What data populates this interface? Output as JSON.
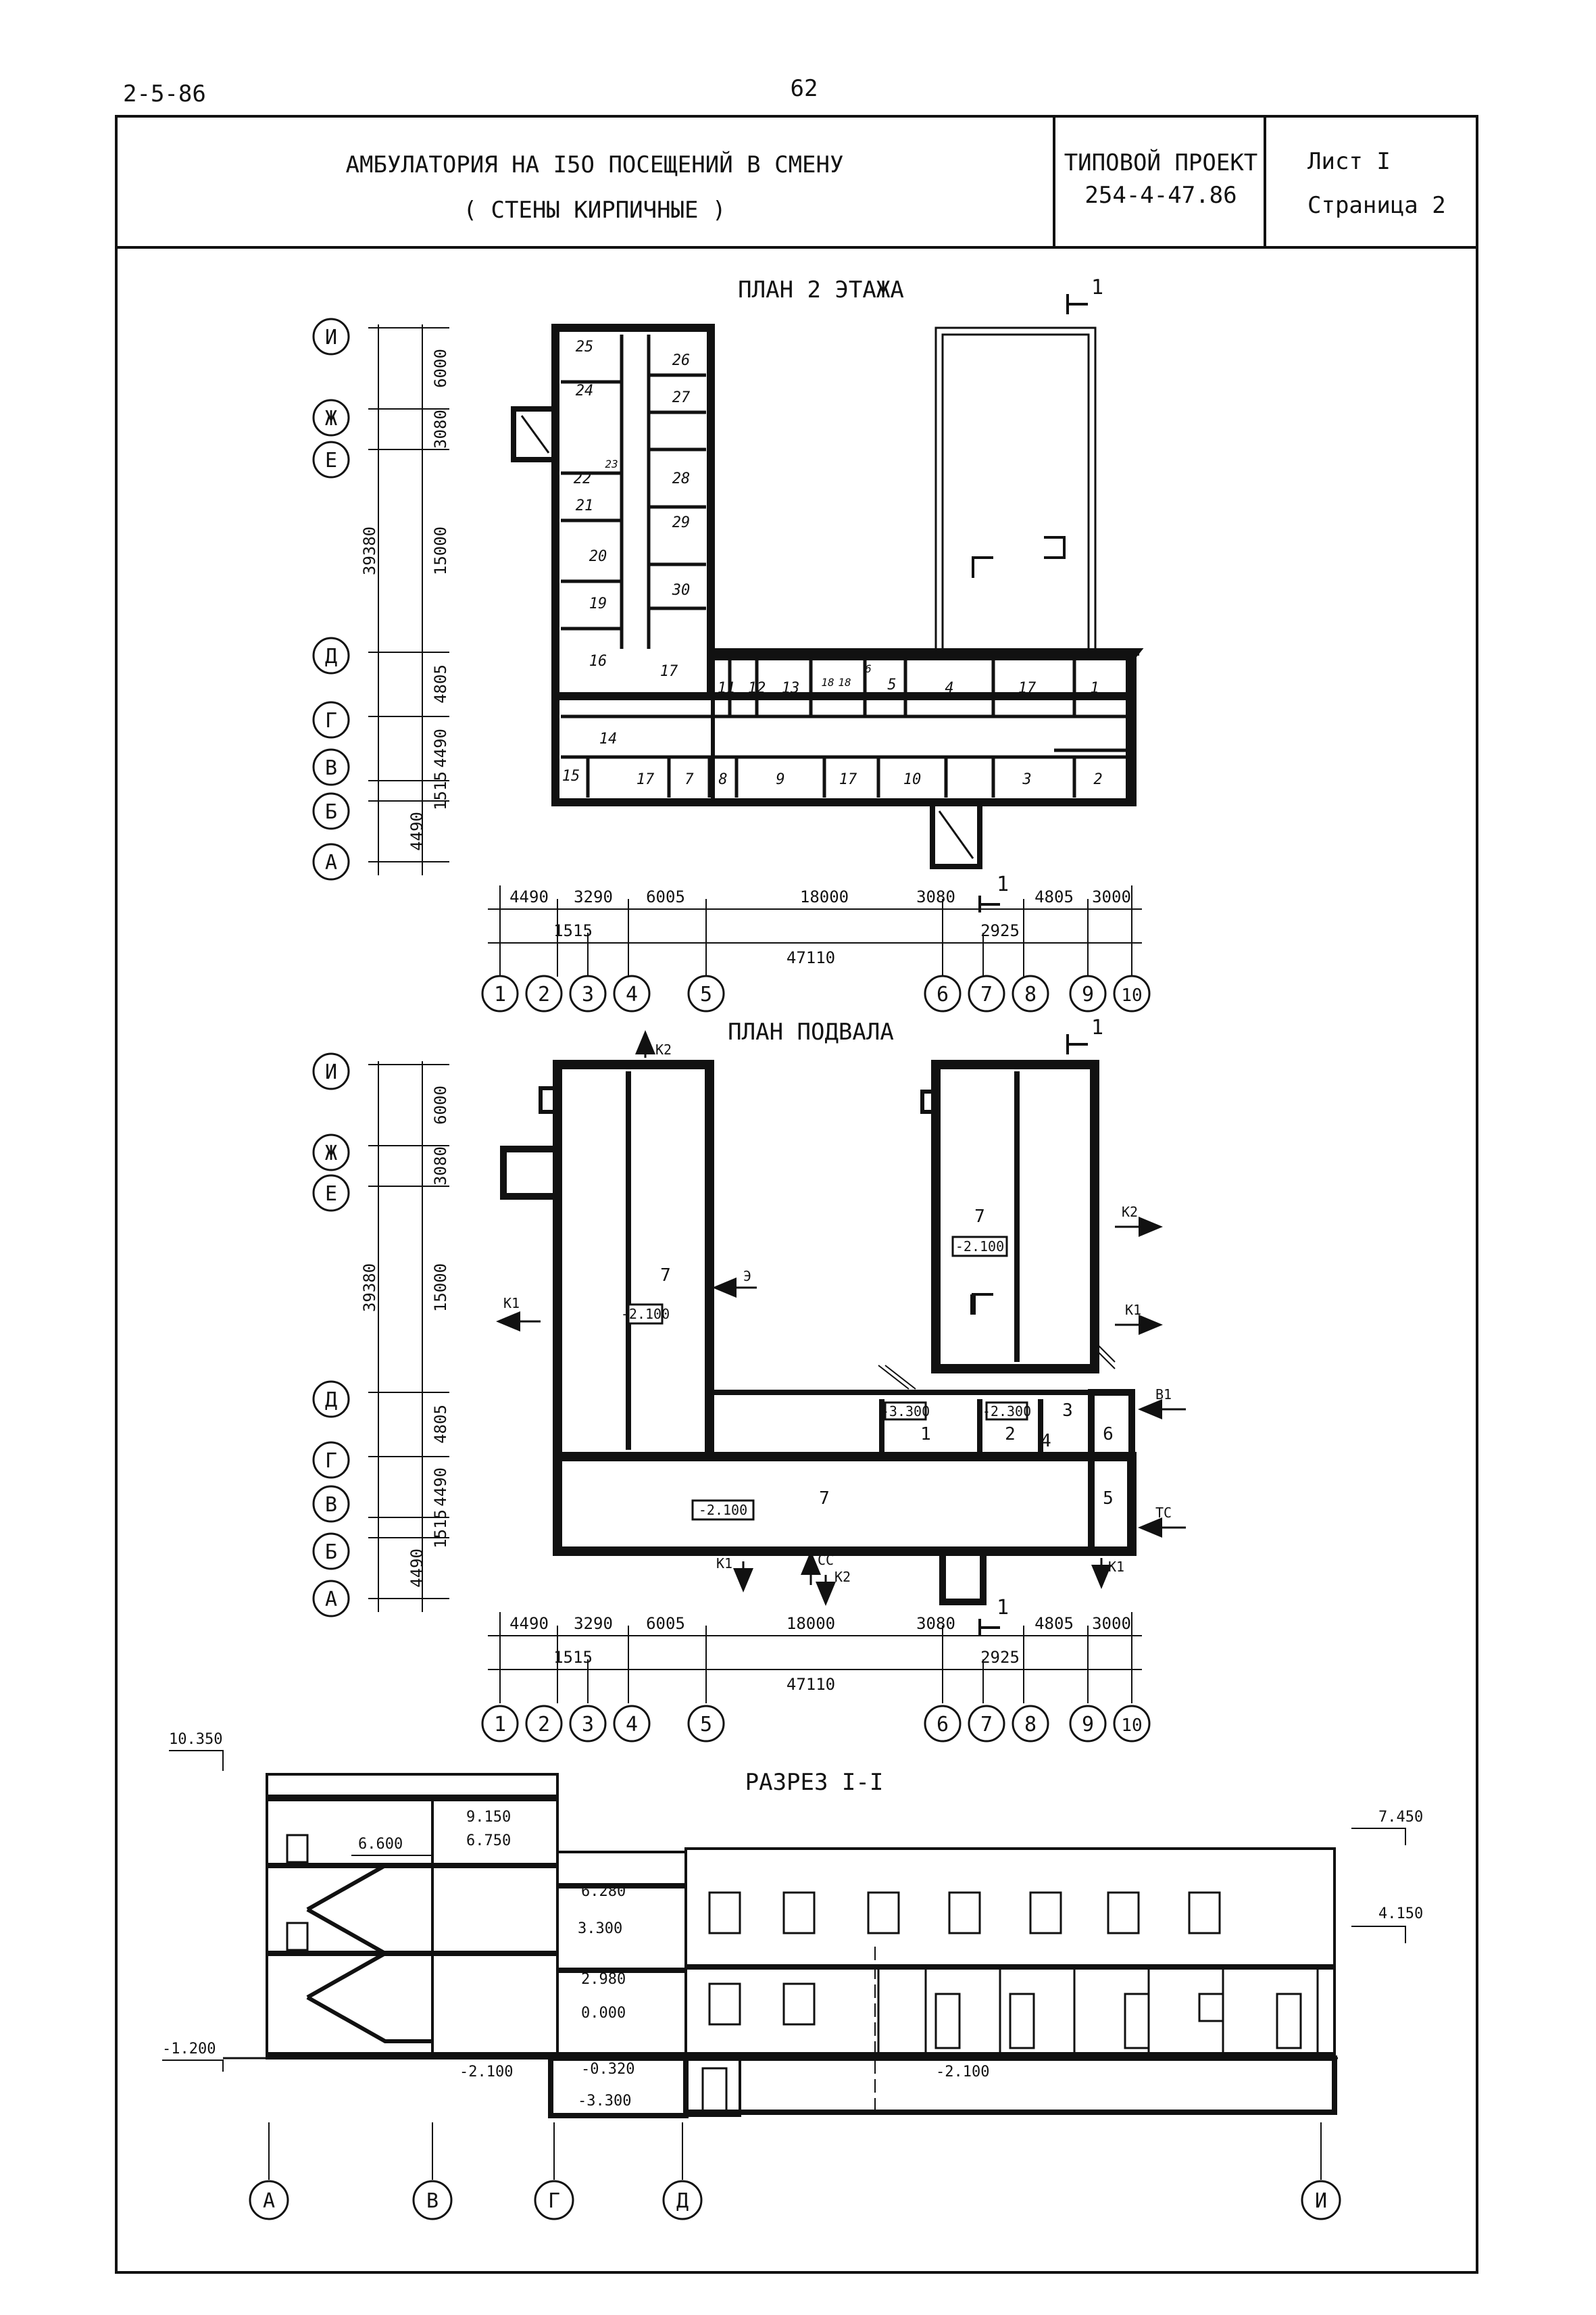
{
  "sheet": {
    "code": "2-5-86",
    "page_number": "62",
    "title_line1": "АМБУЛАТОРИЯ НА I5O ПОСЕЩЕНИЙ В СМЕНУ",
    "title_line2": "( СТЕНЫ КИРПИЧНЫЕ )",
    "project_label": "ТИПОВОЙ ПРОЕКТ",
    "project_number": "254-4-47.86",
    "sheet_label": "Лист I",
    "page_label": "Страница 2"
  },
  "plan2": {
    "title": "ПЛАН 2 ЭТАЖА",
    "axes_rows": [
      "И",
      "Ж",
      "Е",
      "Д",
      "Г",
      "В",
      "Б",
      "А"
    ],
    "row_dims": [
      "6000",
      "3080",
      "15000",
      "4805",
      "4490",
      "1515",
      "4490"
    ],
    "total_dim": "39380",
    "col_axes": [
      "1",
      "2",
      "3",
      "4",
      "5",
      "6",
      "7",
      "8",
      "9",
      "10"
    ],
    "col_dims_top": [
      "4490",
      "3290",
      "6005",
      "18000",
      "3080",
      "4805",
      "3000"
    ],
    "col_dims_mid": [
      "1515",
      "2925"
    ],
    "col_total": "47110",
    "section_mark": "1",
    "rooms": [
      "25",
      "26",
      "24",
      "27",
      "22",
      "23",
      "28",
      "21",
      "29",
      "20",
      "19",
      "30",
      "16",
      "17",
      "11",
      "12",
      "13",
      "18",
      "18",
      "6",
      "5",
      "4",
      "17",
      "1",
      "14",
      "15",
      "17",
      "7",
      "8",
      "9",
      "17",
      "10",
      "3",
      "2"
    ]
  },
  "basement": {
    "title": "ПЛАН ПОДВАЛА",
    "axes_rows": [
      "И",
      "Ж",
      "Е",
      "Д",
      "Г",
      "В",
      "Б",
      "А"
    ],
    "row_dims": [
      "6000",
      "3080",
      "15000",
      "4805",
      "4490",
      "1515",
      "4490"
    ],
    "total_dim": "39380",
    "col_axes": [
      "1",
      "2",
      "3",
      "4",
      "5",
      "6",
      "7",
      "8",
      "9",
      "10"
    ],
    "col_dims_top": [
      "4490",
      "3290",
      "6005",
      "18000",
      "3080",
      "4805",
      "3000"
    ],
    "col_dims_mid": [
      "1515",
      "2925"
    ],
    "col_total": "47110",
    "section_mark": "1",
    "rooms": [
      "7",
      "7",
      "1",
      "2",
      "3",
      "4",
      "6",
      "5",
      "7"
    ],
    "levels": [
      "-2.100",
      "-2.100",
      "-3.300",
      "-2.300",
      "-2.100"
    ],
    "utilities": [
      "К2",
      "Э",
      "К1",
      "К2",
      "К1",
      "В1",
      "ТС",
      "К1",
      "СС",
      "К2",
      "К1"
    ]
  },
  "section": {
    "title": "РАЗРЕЗ I-I",
    "levels": [
      "10.350",
      "9.150",
      "6.750",
      "6.600",
      "6.280",
      "3.300",
      "2.980",
      "0.000",
      "-0.320",
      "-3.300",
      "-2.100",
      "-2.100",
      "-1.200",
      "7.450",
      "4.150"
    ],
    "axes": [
      "А",
      "В",
      "Г",
      "Д",
      "И"
    ]
  },
  "colors": {
    "ink": "#111111",
    "paper": "#ffffff"
  }
}
